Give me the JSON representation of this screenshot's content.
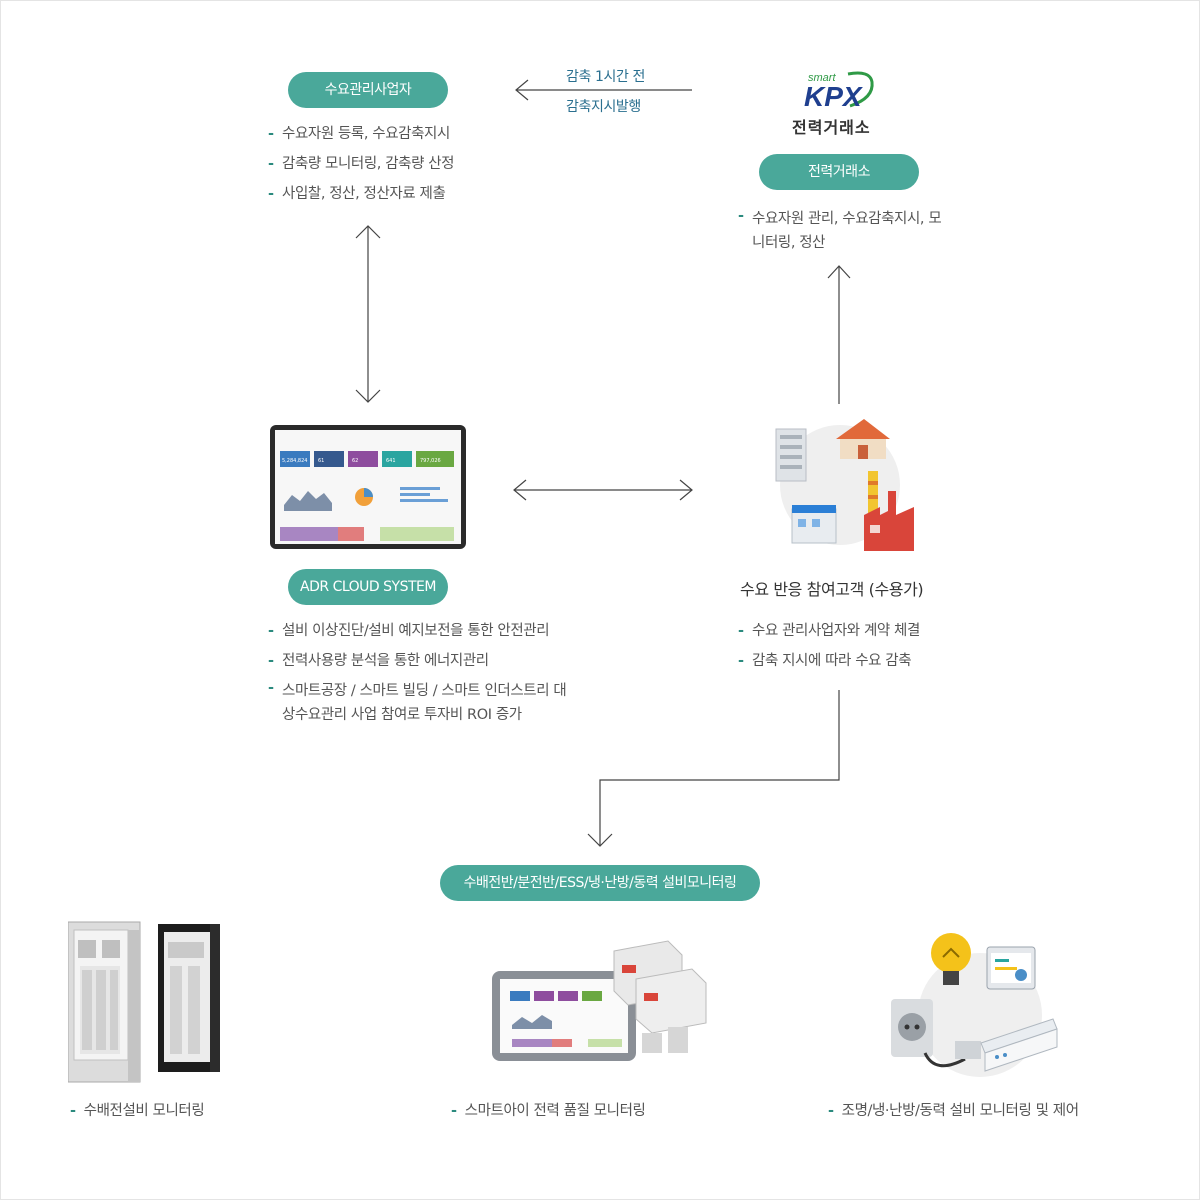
{
  "diagram": {
    "kpx_logo": {
      "smart": "smart",
      "brand": "KPX",
      "name": "전력거래소"
    },
    "top_arrow": {
      "line1": "감축 1시간 전",
      "line2": "감축지시발행"
    },
    "demand_operator": {
      "label": "수요관리사업자",
      "items": [
        "수요자원 등록, 수요감축지시",
        "감축량 모니터링, 감축량 산정",
        "사입찰, 정산, 정산자료 제출"
      ]
    },
    "power_exchange": {
      "label": "전력거래소",
      "items": [
        "수요자원 관리, 수요감축지시, 모니터링, 정산"
      ]
    },
    "adr_system": {
      "label": "ADR CLOUD SYSTEM",
      "items": [
        "설비 이상진단/설비 예지보전을 통한 안전관리",
        "전력사용량 분석을 통한 에너지관리",
        "스마트공장 / 스마트 빌딩 / 스마트 인더스트리 대상수요관리 사업 참여로  투자비 ROI 증가"
      ],
      "dashboard_kpis": [
        "5,284,824",
        "61",
        "62",
        "641",
        "797,026"
      ]
    },
    "customer": {
      "title": "수요 반응 참여고객 (수용가)",
      "items": [
        "수요 관리사업자와 계약 체결",
        "감축 지시에 따라 수요 감축"
      ]
    },
    "monitoring": {
      "label": "수배전반/분전반/ESS/냉·난방/동력 설비모니터링",
      "captions": [
        "수배전설비 모니터링",
        "스마트아이 전력 품질 모니터링",
        "조명/냉·난방/동력 설비 모니터링 및 제어"
      ]
    },
    "colors": {
      "teal": "#4aa89a",
      "kpx_blue": "#1f3f8f",
      "kpx_green": "#2f9a46",
      "arrow": "#444444"
    }
  }
}
